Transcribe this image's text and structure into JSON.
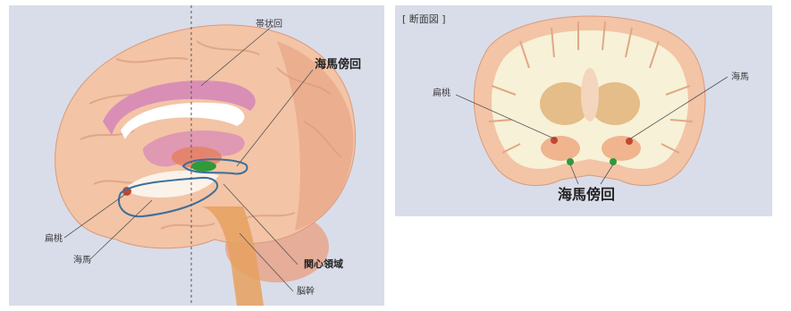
{
  "sagittal": {
    "cingulate_gyrus": "帯状回",
    "parahippocampal_gyrus": "海馬傍回",
    "amygdala": "扁桃",
    "hippocampus": "海馬",
    "region_of_interest": "関心領域",
    "brainstem": "脳幹"
  },
  "coronal": {
    "title": "[ 断面図 ]",
    "amygdala": "扁桃",
    "hippocampus": "海馬",
    "parahippocampal_gyrus": "海馬傍回"
  },
  "colors": {
    "panel_bg": "#d9dde9",
    "cortex": "#f3c4a6",
    "frontal_shade": "#e9a98a",
    "cingulate": "#d98fb5",
    "white_matter": "#f7f1d7",
    "hippocampus_green": "#2f9a3a",
    "outline_blue": "#3a6f9c",
    "leader_line": "#555555"
  }
}
